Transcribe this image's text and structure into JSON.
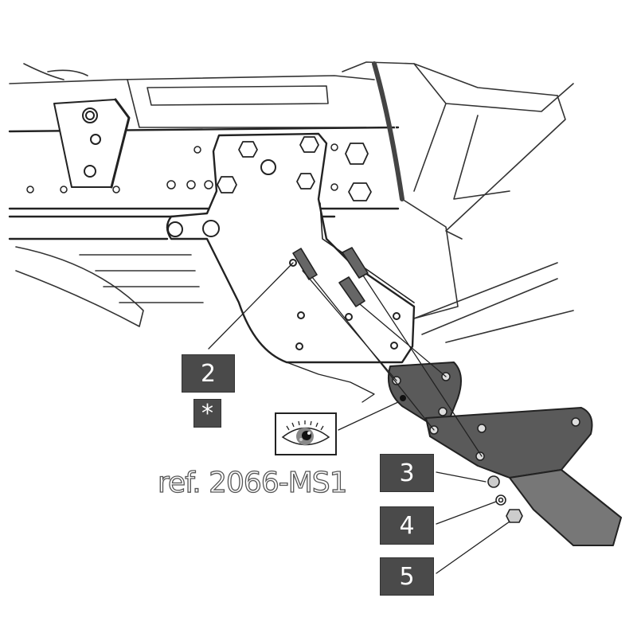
{
  "callouts": {
    "part_2": "2",
    "note_marker": "*",
    "part_3": "3",
    "part_4": "4",
    "part_5": "5"
  },
  "inspect_icon": "eye-icon",
  "reference": "ref. 2066-MS1",
  "colors": {
    "callout_bg": "#4a4a4a",
    "plate_dark": "#5a5a5a",
    "line": "#222222"
  }
}
